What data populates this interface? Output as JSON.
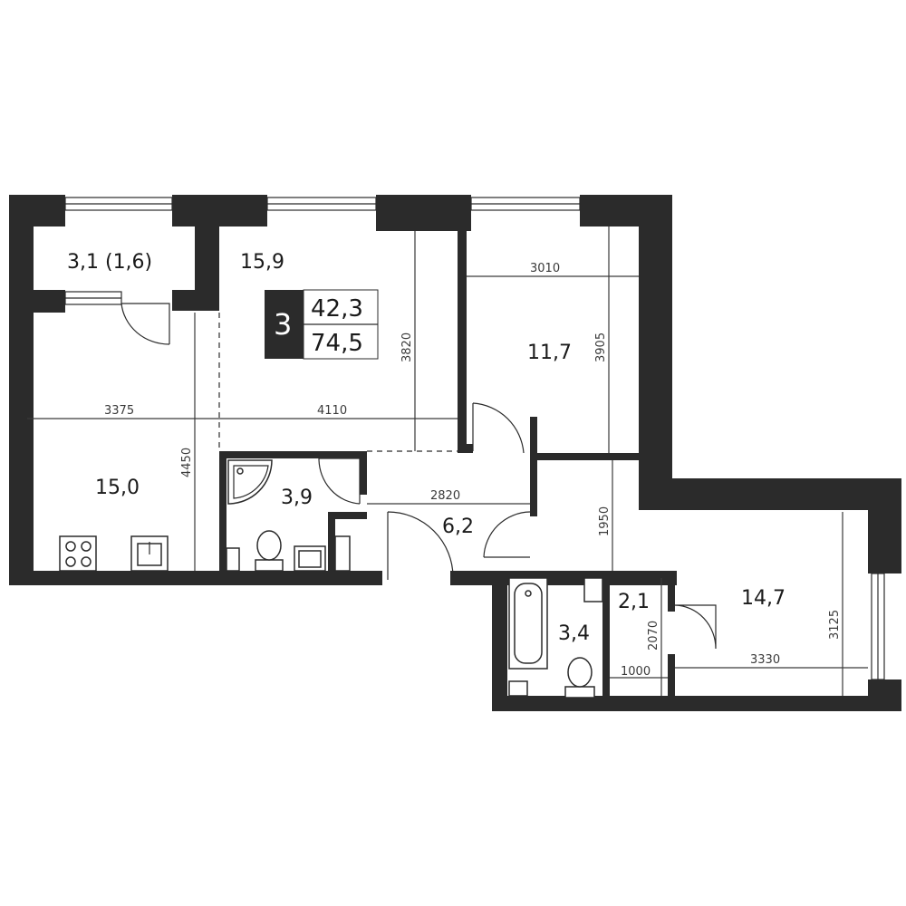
{
  "rooms": {
    "balcony": "3,1 (1,6)",
    "living": "15,9",
    "bedroom": "11,7",
    "kitchen": "15,0",
    "shower": "3,9",
    "hall": "6,2",
    "bathroom": "3,4",
    "wc": "2,1",
    "room_right": "14,7"
  },
  "badge": {
    "rooms_count": "3",
    "living_area": "42,3",
    "total_area": "74,5"
  },
  "dimensions": {
    "d3375": "3375",
    "d4110": "4110",
    "d3820": "3820",
    "d3010": "3010",
    "d3905": "3905",
    "d4450": "4450",
    "d2820": "2820",
    "d1950": "1950",
    "d2070": "2070",
    "d1000": "1000",
    "d3330": "3330",
    "d3125": "3125"
  },
  "colors": {
    "wall": "#2b2b2b",
    "background": "#ffffff"
  }
}
